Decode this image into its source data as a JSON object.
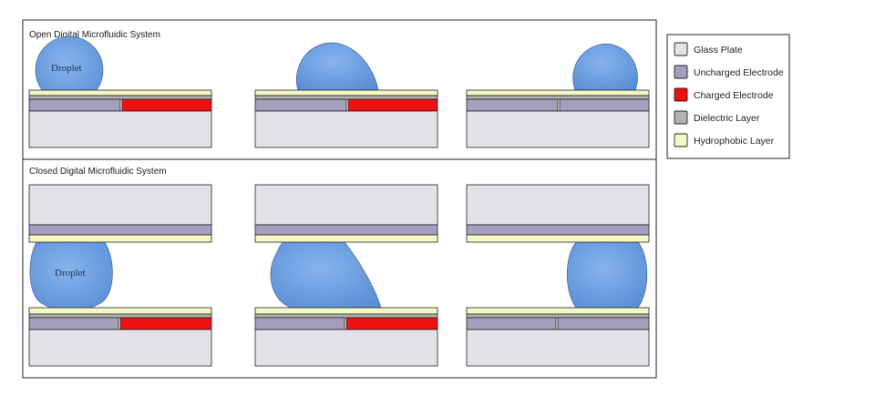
{
  "panels": {
    "open": {
      "title": "Open Digital Microfluidic System",
      "droplet_label": "Droplet"
    },
    "closed": {
      "title": "Closed Digital Microfluidic System",
      "droplet_label": "Droplet"
    }
  },
  "legend": {
    "items": [
      {
        "label": "Glass Plate",
        "color": "#e4e1e8"
      },
      {
        "label": "Uncharged Electrode",
        "color": "#a59fbe"
      },
      {
        "label": "Charged Electrode",
        "color": "#ee1111"
      },
      {
        "label": "Dielectric Layer",
        "color": "#b2b2b2"
      },
      {
        "label": "Hydrophobic Layer",
        "color": "#f4f8c6"
      }
    ]
  },
  "colors": {
    "droplet": "#6a9ede",
    "droplet_stroke": "#34578a",
    "outline": "#222222"
  }
}
